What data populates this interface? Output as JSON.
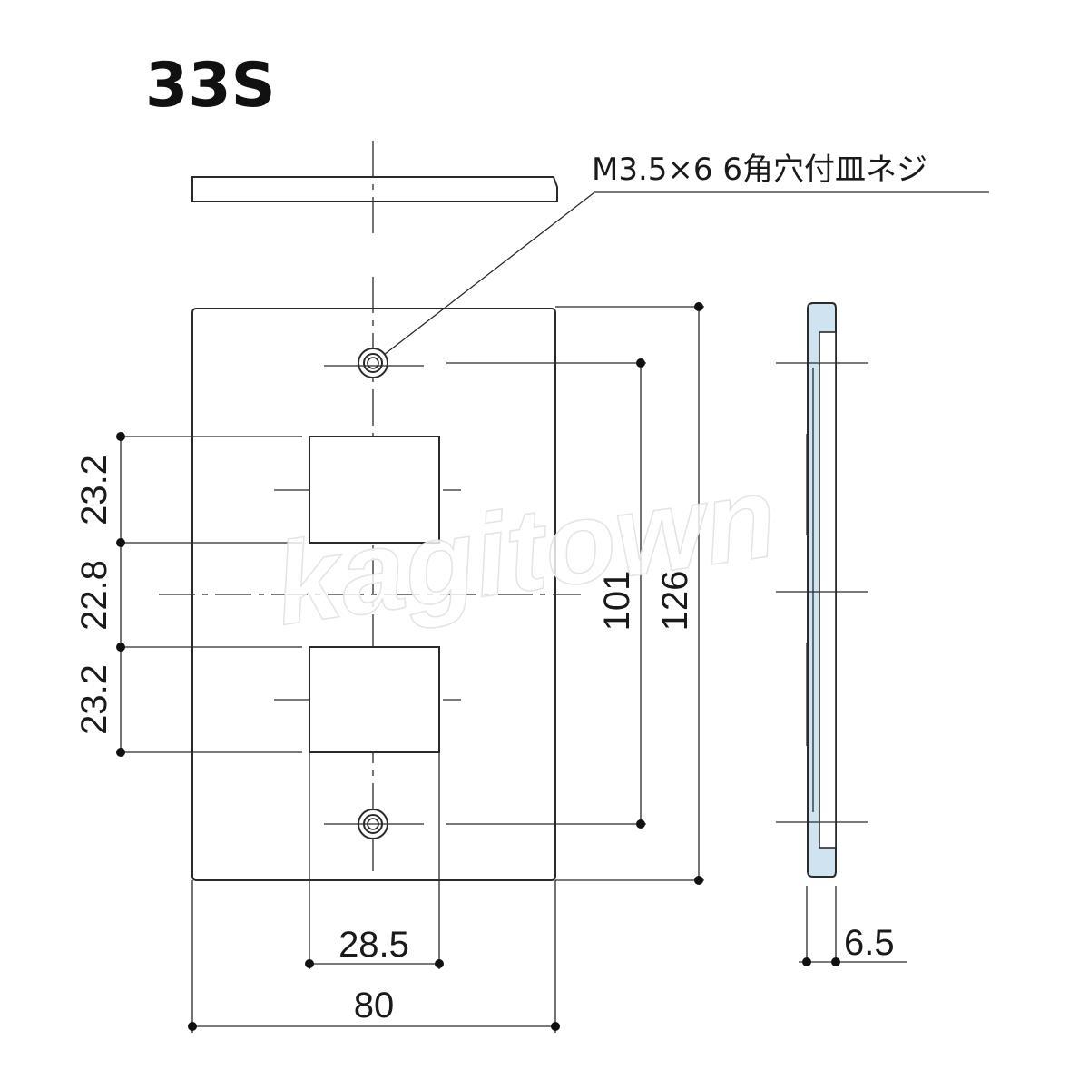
{
  "diagram": {
    "title": "33S",
    "screw_callout": "M3.5×6 6角穴付皿ネジ",
    "watermark": "kagitown",
    "dimensions": {
      "window_height_1": "23.2",
      "window_gap": "22.8",
      "window_height_2": "23.2",
      "screw_pitch": "101",
      "plate_height": "126",
      "window_width": "28.5",
      "plate_width": "80",
      "plate_thickness": "6.5"
    },
    "colors": {
      "line": "#2a2a2a",
      "side_section_fill": "#cfe3f0"
    }
  }
}
